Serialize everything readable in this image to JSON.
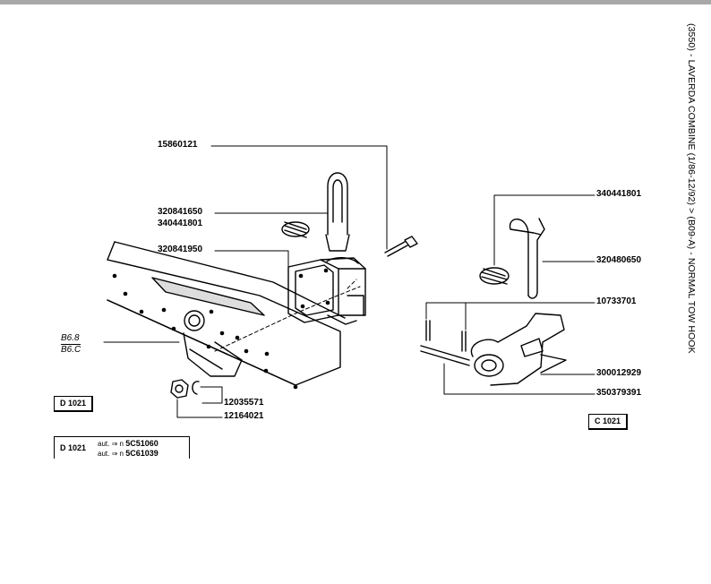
{
  "title": "(3550) - LAVERDA COMBINE (1/86-12/92) > (B09-A) - NORMAL TOW HOOK",
  "parts": [
    {
      "id": "15860121"
    },
    {
      "id": "320841650"
    },
    {
      "id": "340441801"
    },
    {
      "id": "320841950"
    },
    {
      "id": "12035571"
    },
    {
      "id": "12164021"
    },
    {
      "id": "340441801"
    },
    {
      "id": "320480650"
    },
    {
      "id": "10733701"
    },
    {
      "id": "300012929"
    },
    {
      "id": "350379391"
    }
  ],
  "ref_labels": [
    "B6.8",
    "B6.C"
  ],
  "boxes": {
    "d_label": "D 1021",
    "c_label": "C 1021"
  },
  "serial": {
    "code": "D 1021",
    "lines": [
      {
        "prefix": "aut. ⇒ n",
        "number": "5C51060"
      },
      {
        "prefix": "aut. ⇒ n",
        "number": "5C61039"
      }
    ]
  }
}
